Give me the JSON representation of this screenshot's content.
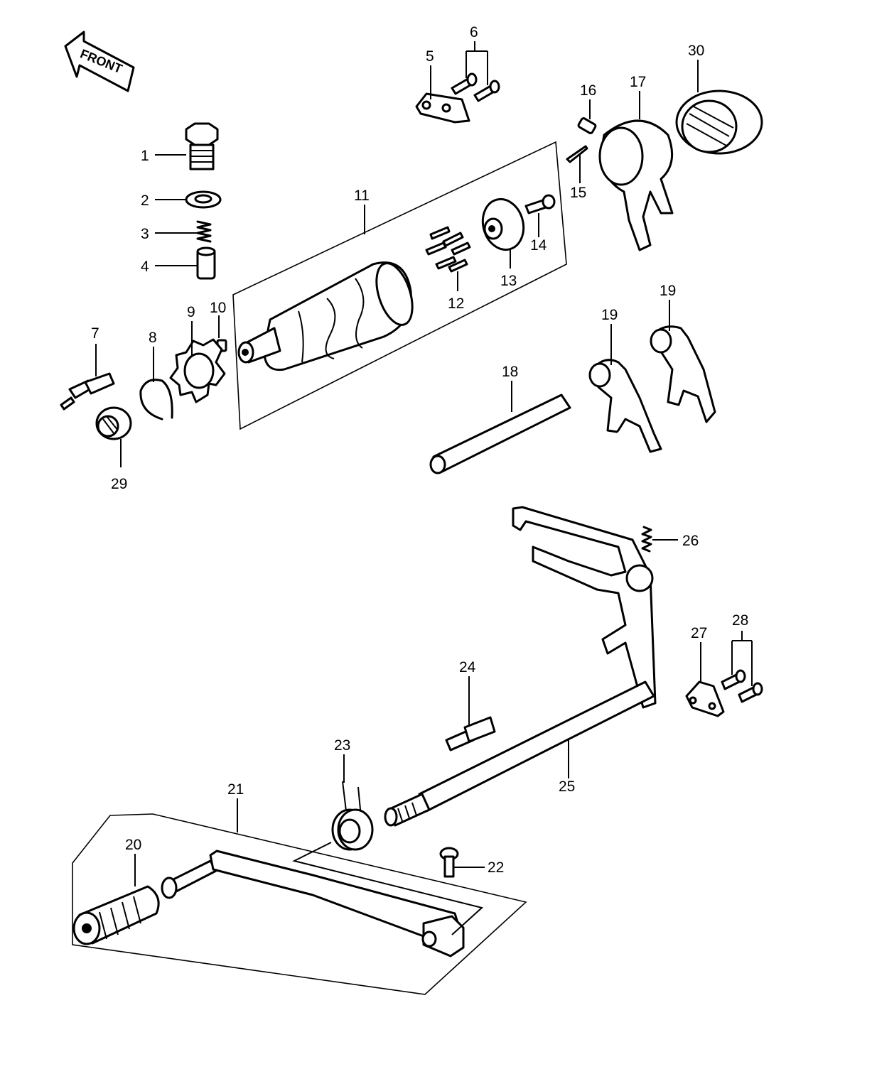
{
  "front_label": "FRONT",
  "callouts": {
    "p1": "1",
    "p2": "2",
    "p3": "3",
    "p4": "4",
    "p5": "5",
    "p6": "6",
    "p7": "7",
    "p8": "8",
    "p9": "9",
    "p10": "10",
    "p11": "11",
    "p12": "12",
    "p13": "13",
    "p14": "14",
    "p15": "15",
    "p16": "16",
    "p17": "17",
    "p18": "18",
    "p19a": "19",
    "p19b": "19",
    "p20": "20",
    "p21": "21",
    "p22": "22",
    "p23": "23",
    "p24": "24",
    "p25": "25",
    "p26": "26",
    "p27": "27",
    "p28": "28",
    "p29": "29",
    "p30": "30"
  }
}
